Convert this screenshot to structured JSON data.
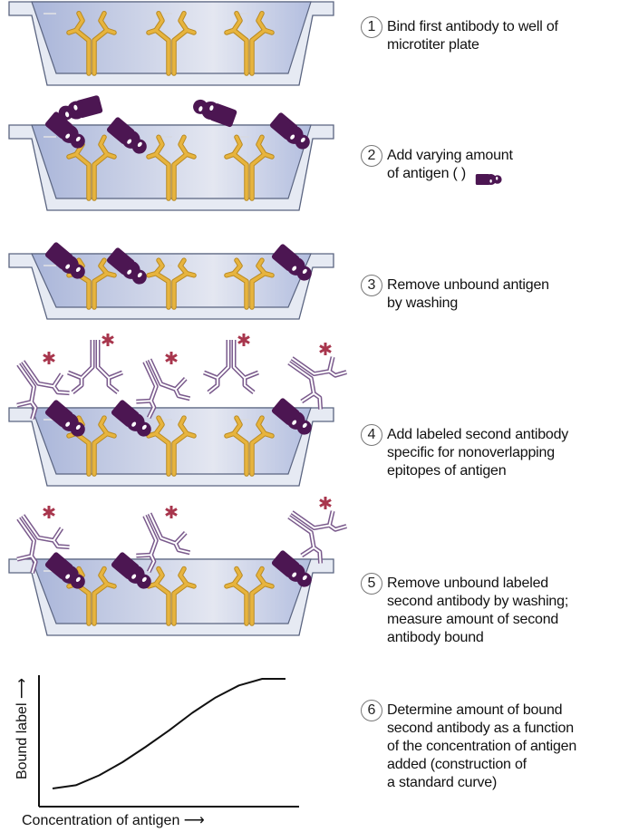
{
  "colors": {
    "well_rim": "#e6eaf3",
    "well_liquid": "#b9c3e0",
    "first_antibody": "#e7b43e",
    "antigen": "#4c1652",
    "second_antibody": "#7a5a8c",
    "label_star": "#a8364d"
  },
  "steps": [
    {
      "number": "1",
      "lines": [
        "Bind first antibody to well of",
        "microtiter plate"
      ]
    },
    {
      "number": "2",
      "lines": [
        " Add varying amount",
        "of antigen (        )"
      ]
    },
    {
      "number": "3",
      "lines": [
        "Remove unbound antigen",
        "by washing"
      ]
    },
    {
      "number": "4",
      "lines": [
        "Add labeled second antibody",
        "specific for nonoverlapping",
        "epitopes of antigen"
      ]
    },
    {
      "number": "5",
      "lines": [
        "Remove unbound labeled",
        "second antibody by washing;",
        "measure amount of second",
        "antibody bound"
      ]
    },
    {
      "number": "6",
      "lines": [
        "Determine amount of bound",
        "second antibody as a function",
        "of the concentration of antigen",
        "added (construction of",
        "a standard curve)"
      ]
    }
  ],
  "chart_data": {
    "type": "line",
    "title": "",
    "xlabel": "Concentration of antigen",
    "ylabel": "Bound label",
    "x": [
      0,
      1,
      2,
      3,
      4,
      5,
      6,
      7,
      8,
      9,
      10
    ],
    "y": [
      0.0,
      0.03,
      0.12,
      0.24,
      0.38,
      0.53,
      0.69,
      0.83,
      0.94,
      1.0,
      1.0
    ],
    "xlim": [
      0,
      10
    ],
    "ylim": [
      0,
      1
    ],
    "grid": false
  }
}
